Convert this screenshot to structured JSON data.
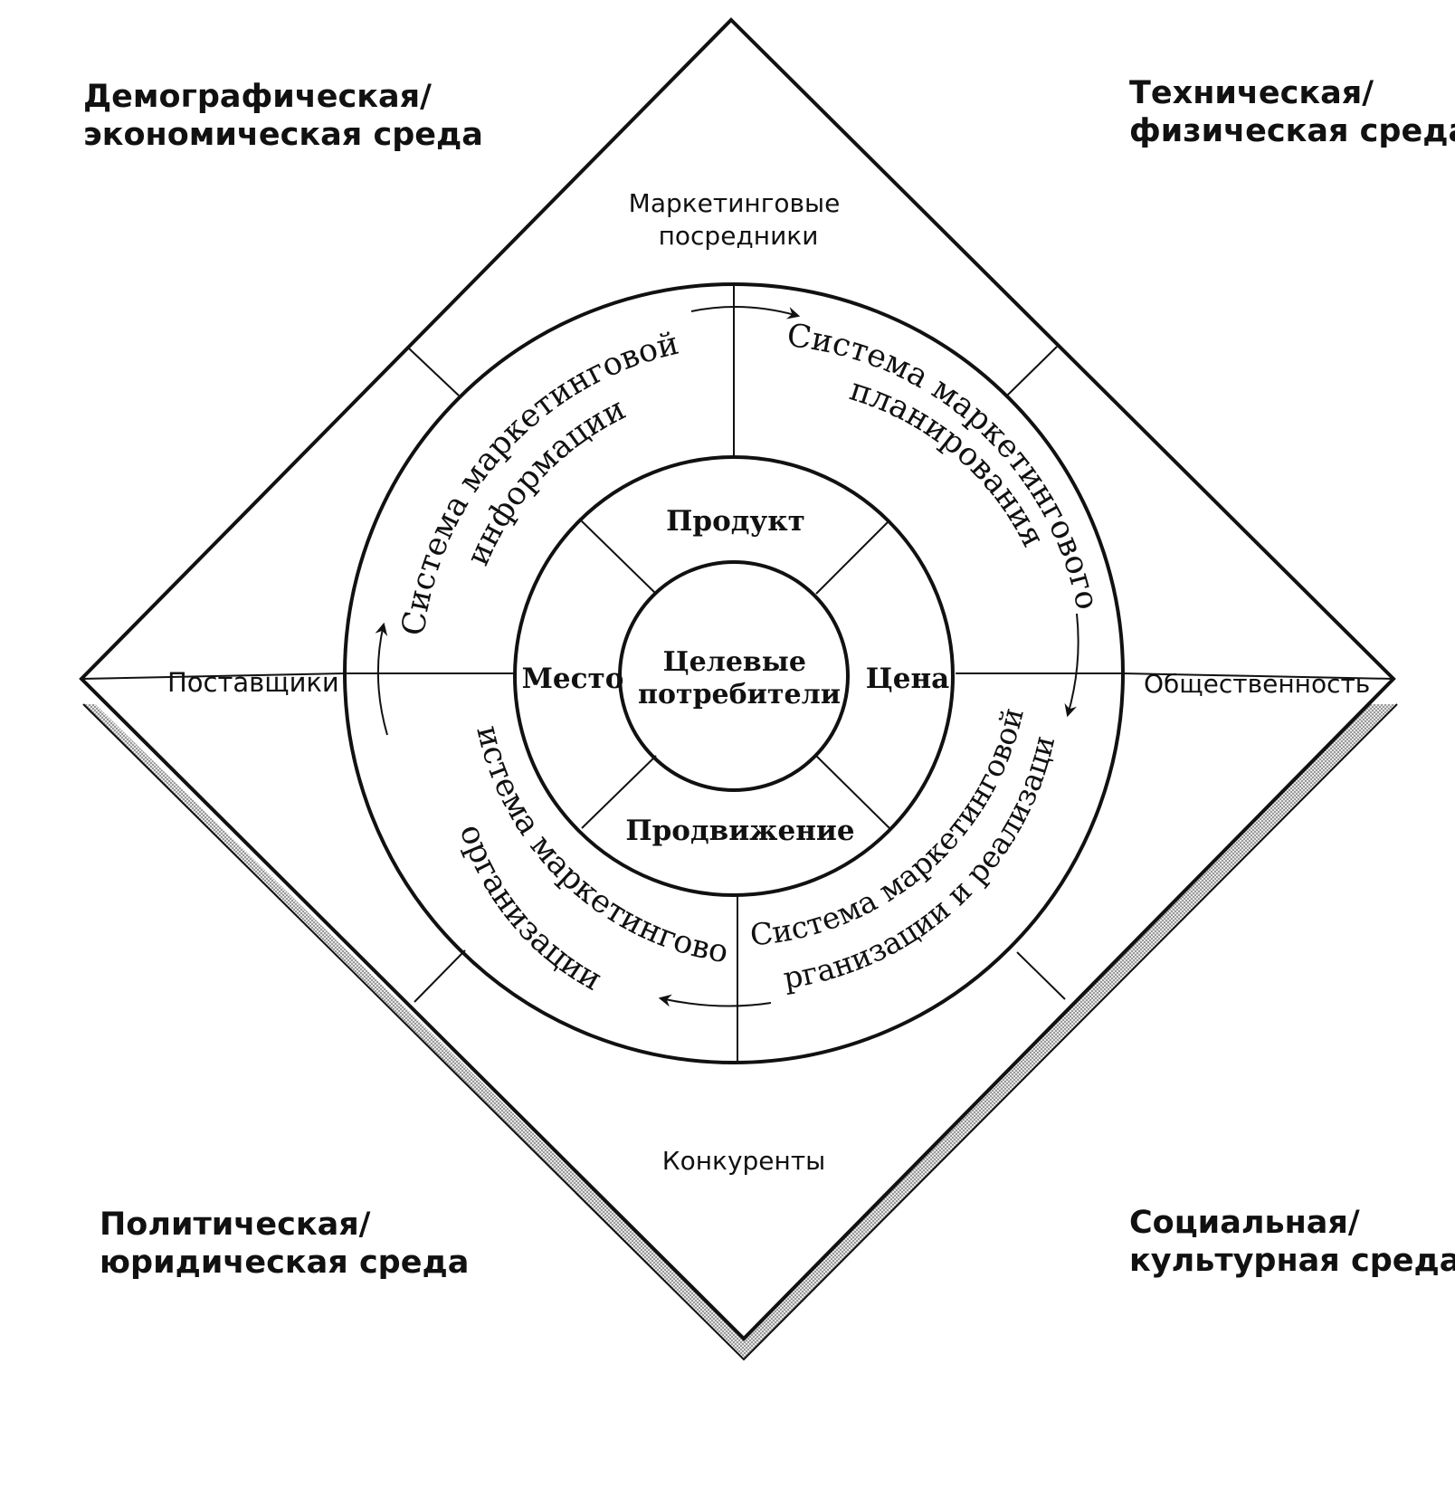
{
  "environment": {
    "top_left": [
      "Демографическая/",
      "экономическая среда"
    ],
    "top_right": [
      "Техническая/",
      "физическая среда"
    ],
    "bottom_left": [
      "Политическая/",
      "юридическая среда"
    ],
    "bottom_right": [
      "Социальная/",
      "культурная среда"
    ]
  },
  "actors": {
    "top": [
      "Маркетинговые",
      "посредники"
    ],
    "left": "Поставщики",
    "right": "Общественность",
    "bottom": "Конкуренты"
  },
  "systems": {
    "information": [
      "Система маркетинговой",
      "информации"
    ],
    "planning": [
      "Система маркетингового",
      "планирования"
    ],
    "organization": [
      "Система маркетинговой",
      "организации"
    ],
    "implementation": [
      "Система маркетинговой",
      "организации и реализации"
    ]
  },
  "mix": {
    "product": "Продукт",
    "price": "Цена",
    "place": "Место",
    "promotion": "Продвижение"
  },
  "center": [
    "Целевые",
    "потребители"
  ]
}
